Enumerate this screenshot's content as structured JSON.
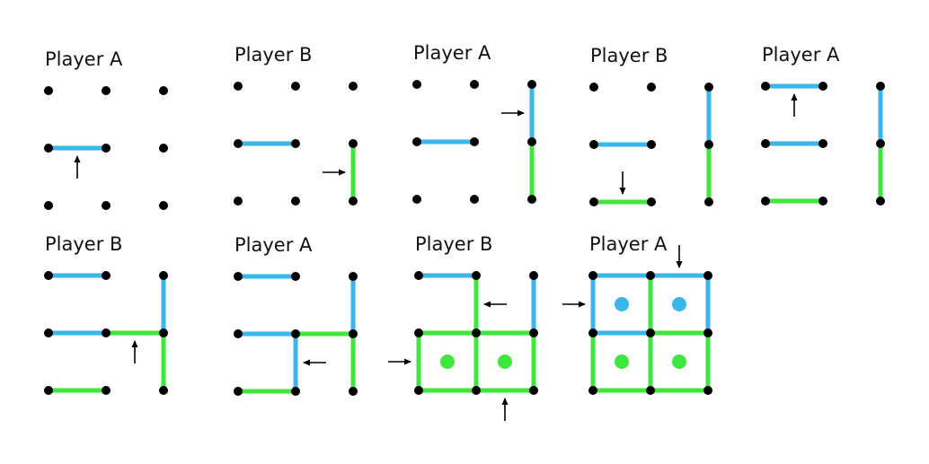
{
  "colors": {
    "player_a": "#39b6ea",
    "player_b": "#3ee63e",
    "dot": "#000000",
    "arrow": "#000000"
  },
  "panels": [
    {
      "title": "Player A",
      "lines": [
        {
          "from": [
            0,
            1
          ],
          "to": [
            1,
            1
          ],
          "owner": "player_a"
        }
      ],
      "arrow": {
        "at": [
          0.5,
          1
        ],
        "dir": "up",
        "side": "below"
      },
      "boxes": []
    },
    {
      "title": "Player B",
      "lines": [
        {
          "from": [
            0,
            1
          ],
          "to": [
            1,
            1
          ],
          "owner": "player_a"
        },
        {
          "from": [
            2,
            1
          ],
          "to": [
            2,
            2
          ],
          "owner": "player_b"
        }
      ],
      "arrow": {
        "at": [
          2,
          1.5
        ],
        "dir": "right",
        "side": "left"
      },
      "boxes": []
    },
    {
      "title": "Player A",
      "lines": [
        {
          "from": [
            0,
            1
          ],
          "to": [
            1,
            1
          ],
          "owner": "player_a"
        },
        {
          "from": [
            2,
            0
          ],
          "to": [
            2,
            1
          ],
          "owner": "player_a"
        },
        {
          "from": [
            2,
            1
          ],
          "to": [
            2,
            2
          ],
          "owner": "player_b"
        }
      ],
      "arrow": {
        "at": [
          2,
          0.5
        ],
        "dir": "right",
        "side": "left"
      },
      "boxes": []
    },
    {
      "title": "Player B",
      "lines": [
        {
          "from": [
            0,
            1
          ],
          "to": [
            1,
            1
          ],
          "owner": "player_a"
        },
        {
          "from": [
            2,
            0
          ],
          "to": [
            2,
            1
          ],
          "owner": "player_a"
        },
        {
          "from": [
            2,
            1
          ],
          "to": [
            2,
            2
          ],
          "owner": "player_b"
        },
        {
          "from": [
            0,
            2
          ],
          "to": [
            1,
            2
          ],
          "owner": "player_b"
        }
      ],
      "arrow": {
        "at": [
          0.5,
          2
        ],
        "dir": "down",
        "side": "above"
      },
      "boxes": []
    },
    {
      "title": "Player A",
      "lines": [
        {
          "from": [
            0,
            0
          ],
          "to": [
            1,
            0
          ],
          "owner": "player_a"
        },
        {
          "from": [
            0,
            1
          ],
          "to": [
            1,
            1
          ],
          "owner": "player_a"
        },
        {
          "from": [
            2,
            0
          ],
          "to": [
            2,
            1
          ],
          "owner": "player_a"
        },
        {
          "from": [
            2,
            1
          ],
          "to": [
            2,
            2
          ],
          "owner": "player_b"
        },
        {
          "from": [
            0,
            2
          ],
          "to": [
            1,
            2
          ],
          "owner": "player_b"
        }
      ],
      "arrow": {
        "at": [
          0.5,
          0
        ],
        "dir": "up",
        "side": "below"
      },
      "boxes": []
    },
    {
      "title": "Player B",
      "lines": [
        {
          "from": [
            0,
            0
          ],
          "to": [
            1,
            0
          ],
          "owner": "player_a"
        },
        {
          "from": [
            0,
            1
          ],
          "to": [
            1,
            1
          ],
          "owner": "player_a"
        },
        {
          "from": [
            2,
            0
          ],
          "to": [
            2,
            1
          ],
          "owner": "player_a"
        },
        {
          "from": [
            2,
            1
          ],
          "to": [
            2,
            2
          ],
          "owner": "player_b"
        },
        {
          "from": [
            0,
            2
          ],
          "to": [
            1,
            2
          ],
          "owner": "player_b"
        },
        {
          "from": [
            1,
            1
          ],
          "to": [
            2,
            1
          ],
          "owner": "player_b"
        }
      ],
      "arrow": {
        "at": [
          1.5,
          1
        ],
        "dir": "up",
        "side": "below"
      },
      "boxes": []
    },
    {
      "title": "Player A",
      "lines": [
        {
          "from": [
            0,
            0
          ],
          "to": [
            1,
            0
          ],
          "owner": "player_a"
        },
        {
          "from": [
            0,
            1
          ],
          "to": [
            1,
            1
          ],
          "owner": "player_a"
        },
        {
          "from": [
            2,
            0
          ],
          "to": [
            2,
            1
          ],
          "owner": "player_a"
        },
        {
          "from": [
            2,
            1
          ],
          "to": [
            2,
            2
          ],
          "owner": "player_b"
        },
        {
          "from": [
            0,
            2
          ],
          "to": [
            1,
            2
          ],
          "owner": "player_b"
        },
        {
          "from": [
            1,
            1
          ],
          "to": [
            2,
            1
          ],
          "owner": "player_b"
        },
        {
          "from": [
            1,
            1
          ],
          "to": [
            1,
            2
          ],
          "owner": "player_a"
        }
      ],
      "arrow": {
        "at": [
          1,
          1.5
        ],
        "dir": "left",
        "side": "right"
      },
      "boxes": []
    },
    {
      "title": "Player B",
      "lines": [
        {
          "from": [
            0,
            0
          ],
          "to": [
            1,
            0
          ],
          "owner": "player_a"
        },
        {
          "from": [
            2,
            0
          ],
          "to": [
            2,
            1
          ],
          "owner": "player_a"
        },
        {
          "from": [
            0,
            1
          ],
          "to": [
            1,
            1
          ],
          "owner": "player_b"
        },
        {
          "from": [
            1,
            1
          ],
          "to": [
            2,
            1
          ],
          "owner": "player_b"
        },
        {
          "from": [
            0,
            2
          ],
          "to": [
            1,
            2
          ],
          "owner": "player_b"
        },
        {
          "from": [
            1,
            2
          ],
          "to": [
            2,
            2
          ],
          "owner": "player_b"
        },
        {
          "from": [
            0,
            1
          ],
          "to": [
            0,
            2
          ],
          "owner": "player_b"
        },
        {
          "from": [
            1,
            0
          ],
          "to": [
            1,
            1
          ],
          "owner": "player_b"
        },
        {
          "from": [
            1,
            1
          ],
          "to": [
            1,
            2
          ],
          "owner": "player_b"
        },
        {
          "from": [
            2,
            1
          ],
          "to": [
            2,
            2
          ],
          "owner": "player_b"
        }
      ],
      "arrows": [
        {
          "at": [
            1,
            0.5
          ],
          "dir": "left",
          "side": "right"
        },
        {
          "at": [
            0,
            1.5
          ],
          "dir": "right",
          "side": "left"
        },
        {
          "at": [
            1.5,
            2
          ],
          "dir": "up",
          "side": "below"
        }
      ],
      "boxes": [
        {
          "cell": [
            0,
            1
          ],
          "owner": "player_b"
        },
        {
          "cell": [
            1,
            1
          ],
          "owner": "player_b"
        }
      ]
    },
    {
      "title": "Player A",
      "lines": [
        {
          "from": [
            0,
            0
          ],
          "to": [
            1,
            0
          ],
          "owner": "player_a"
        },
        {
          "from": [
            1,
            0
          ],
          "to": [
            2,
            0
          ],
          "owner": "player_a"
        },
        {
          "from": [
            0,
            0
          ],
          "to": [
            0,
            1
          ],
          "owner": "player_a"
        },
        {
          "from": [
            2,
            0
          ],
          "to": [
            2,
            1
          ],
          "owner": "player_a"
        },
        {
          "from": [
            0,
            1
          ],
          "to": [
            1,
            1
          ],
          "owner": "player_a"
        },
        {
          "from": [
            1,
            1
          ],
          "to": [
            2,
            1
          ],
          "owner": "player_b"
        },
        {
          "from": [
            1,
            0
          ],
          "to": [
            1,
            1
          ],
          "owner": "player_b"
        },
        {
          "from": [
            0,
            1
          ],
          "to": [
            0,
            2
          ],
          "owner": "player_b"
        },
        {
          "from": [
            1,
            1
          ],
          "to": [
            1,
            2
          ],
          "owner": "player_b"
        },
        {
          "from": [
            2,
            1
          ],
          "to": [
            2,
            2
          ],
          "owner": "player_b"
        },
        {
          "from": [
            0,
            2
          ],
          "to": [
            1,
            2
          ],
          "owner": "player_b"
        },
        {
          "from": [
            1,
            2
          ],
          "to": [
            2,
            2
          ],
          "owner": "player_b"
        }
      ],
      "arrows": [
        {
          "at": [
            1.5,
            0
          ],
          "dir": "down",
          "side": "above"
        },
        {
          "at": [
            0,
            0.5
          ],
          "dir": "right",
          "side": "left"
        }
      ],
      "boxes": [
        {
          "cell": [
            0,
            0
          ],
          "owner": "player_a"
        },
        {
          "cell": [
            1,
            0
          ],
          "owner": "player_a"
        },
        {
          "cell": [
            0,
            1
          ],
          "owner": "player_b"
        },
        {
          "cell": [
            1,
            1
          ],
          "owner": "player_b"
        }
      ]
    }
  ]
}
